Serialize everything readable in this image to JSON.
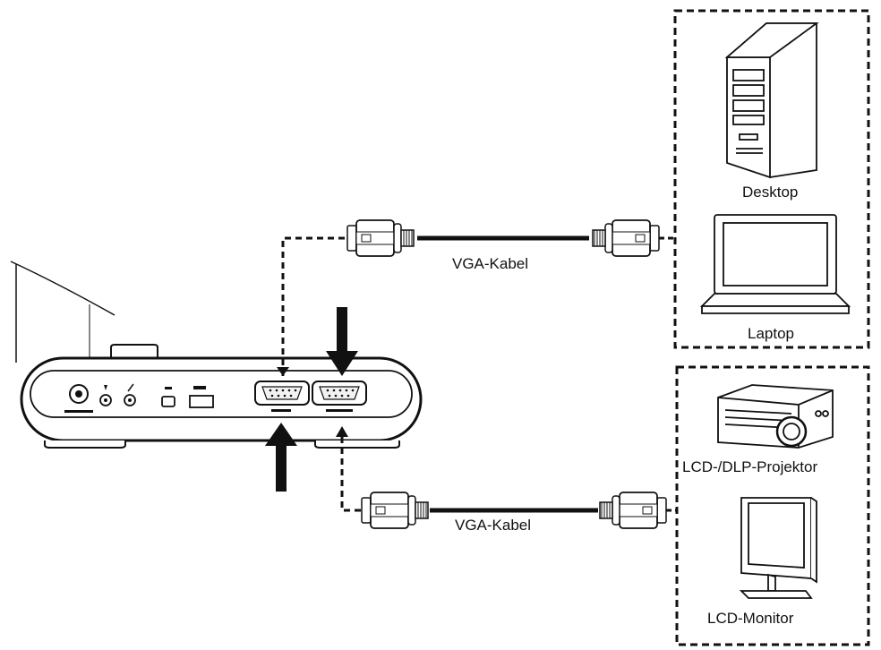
{
  "cables": {
    "top_label": "VGA-Kabel",
    "bottom_label": "VGA-Kabel"
  },
  "devices": {
    "desktop": "Desktop",
    "laptop": "Laptop",
    "projector": "LCD-/DLP-Projektor",
    "monitor": "LCD-Monitor"
  },
  "colors": {
    "stroke": "#111111",
    "fill": "#ffffff",
    "port_fill": "#f2f2f2"
  }
}
